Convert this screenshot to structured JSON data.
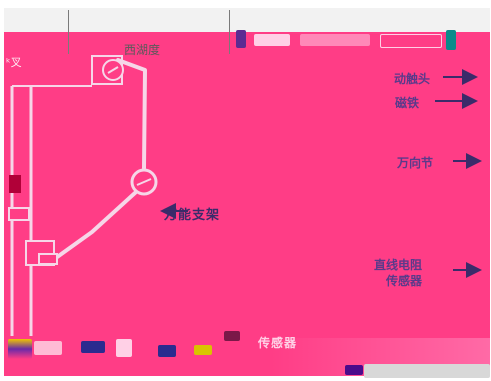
{
  "diagram": {
    "top_left_text": "ᵏ叉",
    "top_center_text": "西湖度",
    "labels": {
      "moving_contact": "动触头",
      "magnet": "磁铁",
      "universal_joint": "万向节",
      "universal_bracket": "万能支架",
      "linear_sensor_line1": "直线电阻",
      "linear_sensor_line2": "传感器",
      "sensor_mount": "传感器"
    },
    "colors": {
      "background": "#ff3d86",
      "line": "#f6d6e8",
      "label": "#3b2b6a",
      "dark_block": "#b10038"
    }
  }
}
